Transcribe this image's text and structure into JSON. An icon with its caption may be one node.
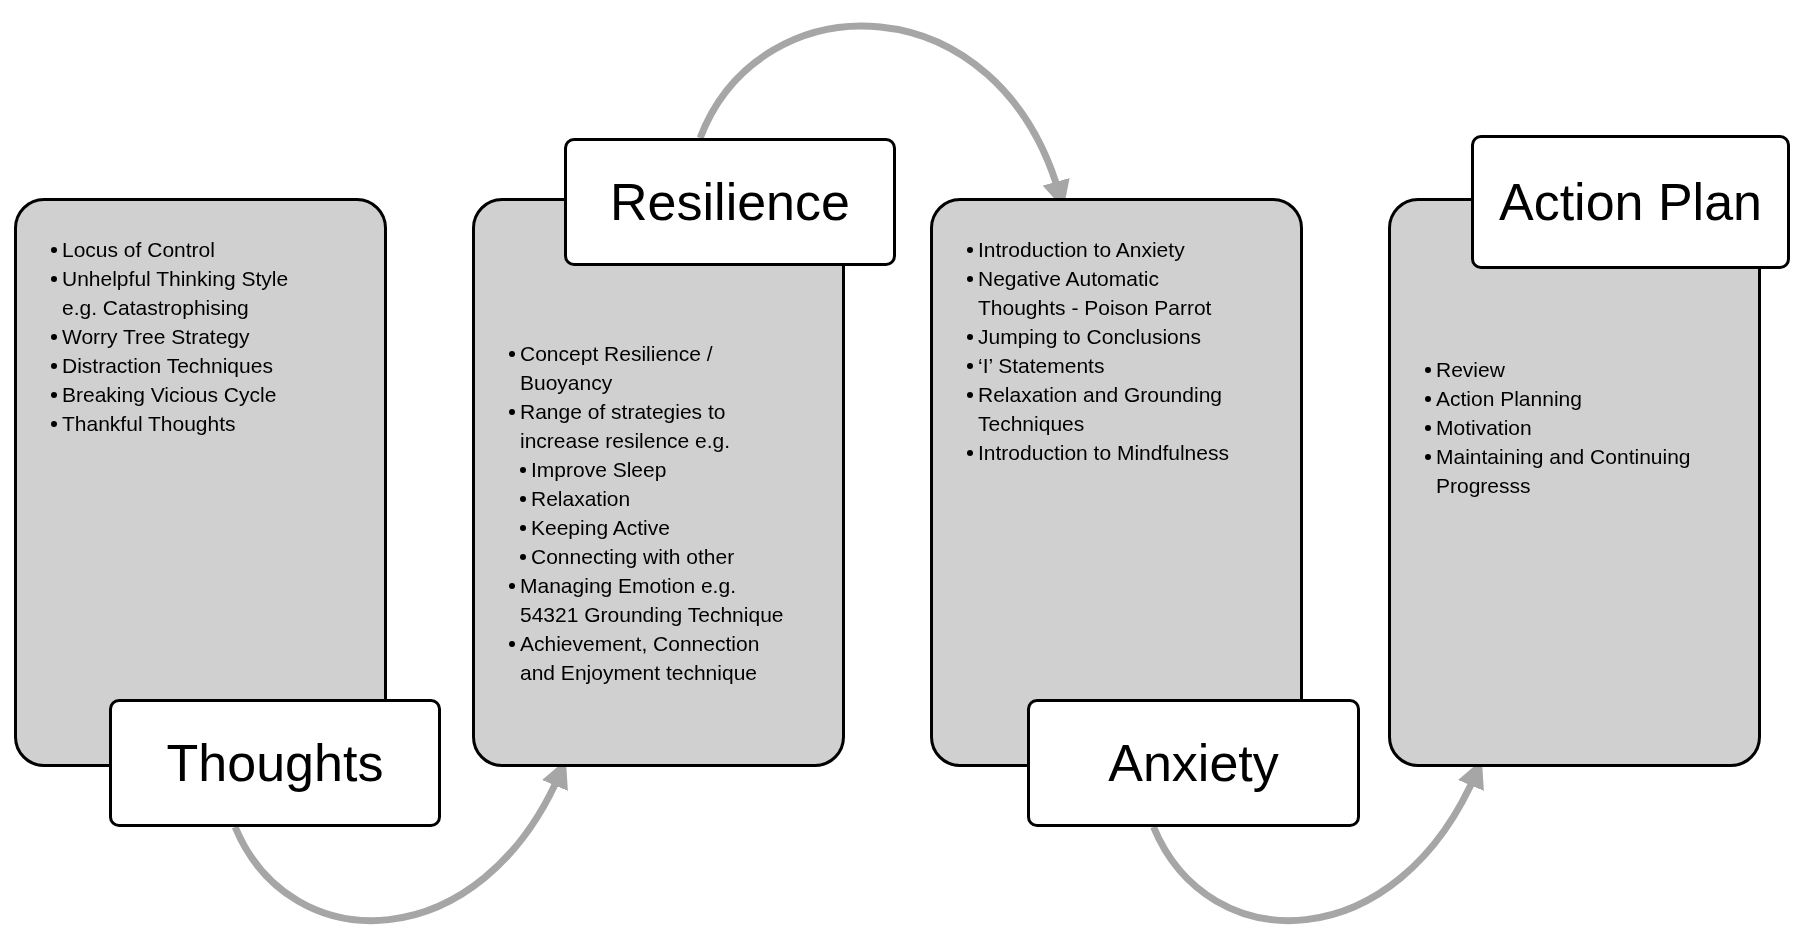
{
  "diagram": {
    "nodes": [
      {
        "text": [
          "Thoughts"
        ]
      },
      {
        "text": [
          "Locus of Control",
          "Unhelpful Thinking Style e.g. Catastrophising",
          "Worry Tree Strategy",
          "Distraction Techniques",
          "Breaking Vicious Cycle",
          "Thankful Thoughts"
        ]
      },
      {
        "text": [
          "Resilience"
        ]
      },
      {
        "text": [
          "Concept Resilience / Buoyancy",
          "Range of strategies to increase resilence e.g.",
          "Improve Sleep",
          "Relaxation",
          "Keeping Active",
          "Connecting with other",
          "Managing Emotion e.g. 54321 Grounding Technique",
          "Achievement, Connection and Enjoyment technique"
        ]
      },
      {
        "text": [
          "Anxiety"
        ]
      },
      {
        "text": [
          "Introduction to Anxiety",
          "Negative Automatic Thoughts - Poison Parrot",
          "Jumping to Conclusions",
          "‘I’ Statements",
          "Relaxation and Grounding Techniques",
          "Introduction to Mindfulness"
        ]
      },
      {
        "text": [
          "Action Plan"
        ]
      },
      {
        "text": [
          "Review",
          "Action Planning",
          "Motivation",
          "Maintaining and Continuing Progresss"
        ]
      }
    ],
    "edges": [
      {
        "from": 0,
        "to": 3,
        "arrow": "to"
      },
      {
        "from": 2,
        "to": 5,
        "arrow": "to"
      },
      {
        "from": 4,
        "to": 7,
        "arrow": "to"
      }
    ]
  }
}
